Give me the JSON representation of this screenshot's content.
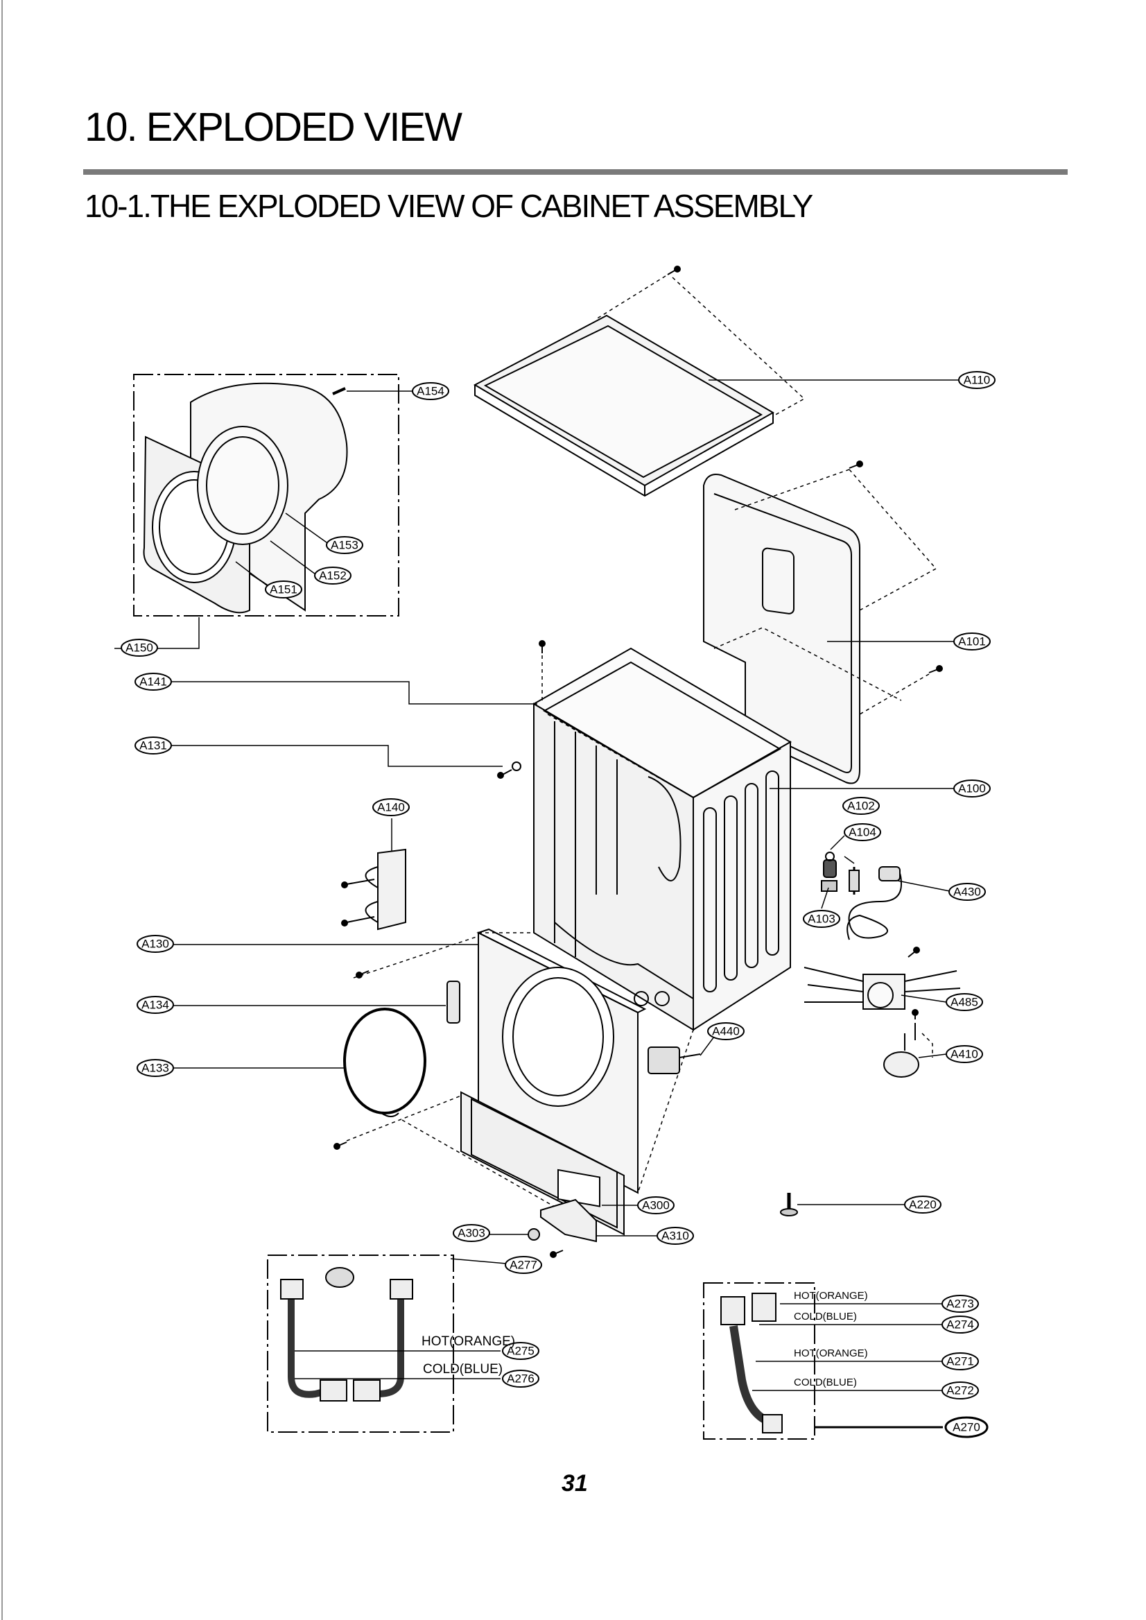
{
  "header": {
    "title": "10. EXPLODED VIEW",
    "subtitle": "10-1.THE EXPLODED VIEW OF CABINET ASSEMBLY"
  },
  "parts": {
    "A110": "A110",
    "A154": "A154",
    "A153": "A153",
    "A152": "A152",
    "A151": "A151",
    "A150": "A150",
    "A141": "A141",
    "A131": "A131",
    "A101": "A101",
    "A100": "A100",
    "A140": "A140",
    "A102": "A102",
    "A104": "A104",
    "A430": "A430",
    "A103": "A103",
    "A130": "A130",
    "A134": "A134",
    "A485": "A485",
    "A440": "A440",
    "A410": "A410",
    "A133": "A133",
    "A300": "A300",
    "A220": "A220",
    "A303": "A303",
    "A310": "A310",
    "A277": "A277",
    "A275": "A275",
    "A276": "A276",
    "A273": "A273",
    "A274": "A274",
    "A271": "A271",
    "A272": "A272",
    "A270": "A270"
  },
  "hose_labels": {
    "left_hot": "HOT(ORANGE)",
    "left_cold": "COLD(BLUE)",
    "right_hot_1": "HOT(ORANGE)",
    "right_cold_1": "COLD(BLUE)",
    "right_hot_2": "HOT(ORANGE)",
    "right_cold_2": "COLD(BLUE)"
  },
  "page_number": "31"
}
